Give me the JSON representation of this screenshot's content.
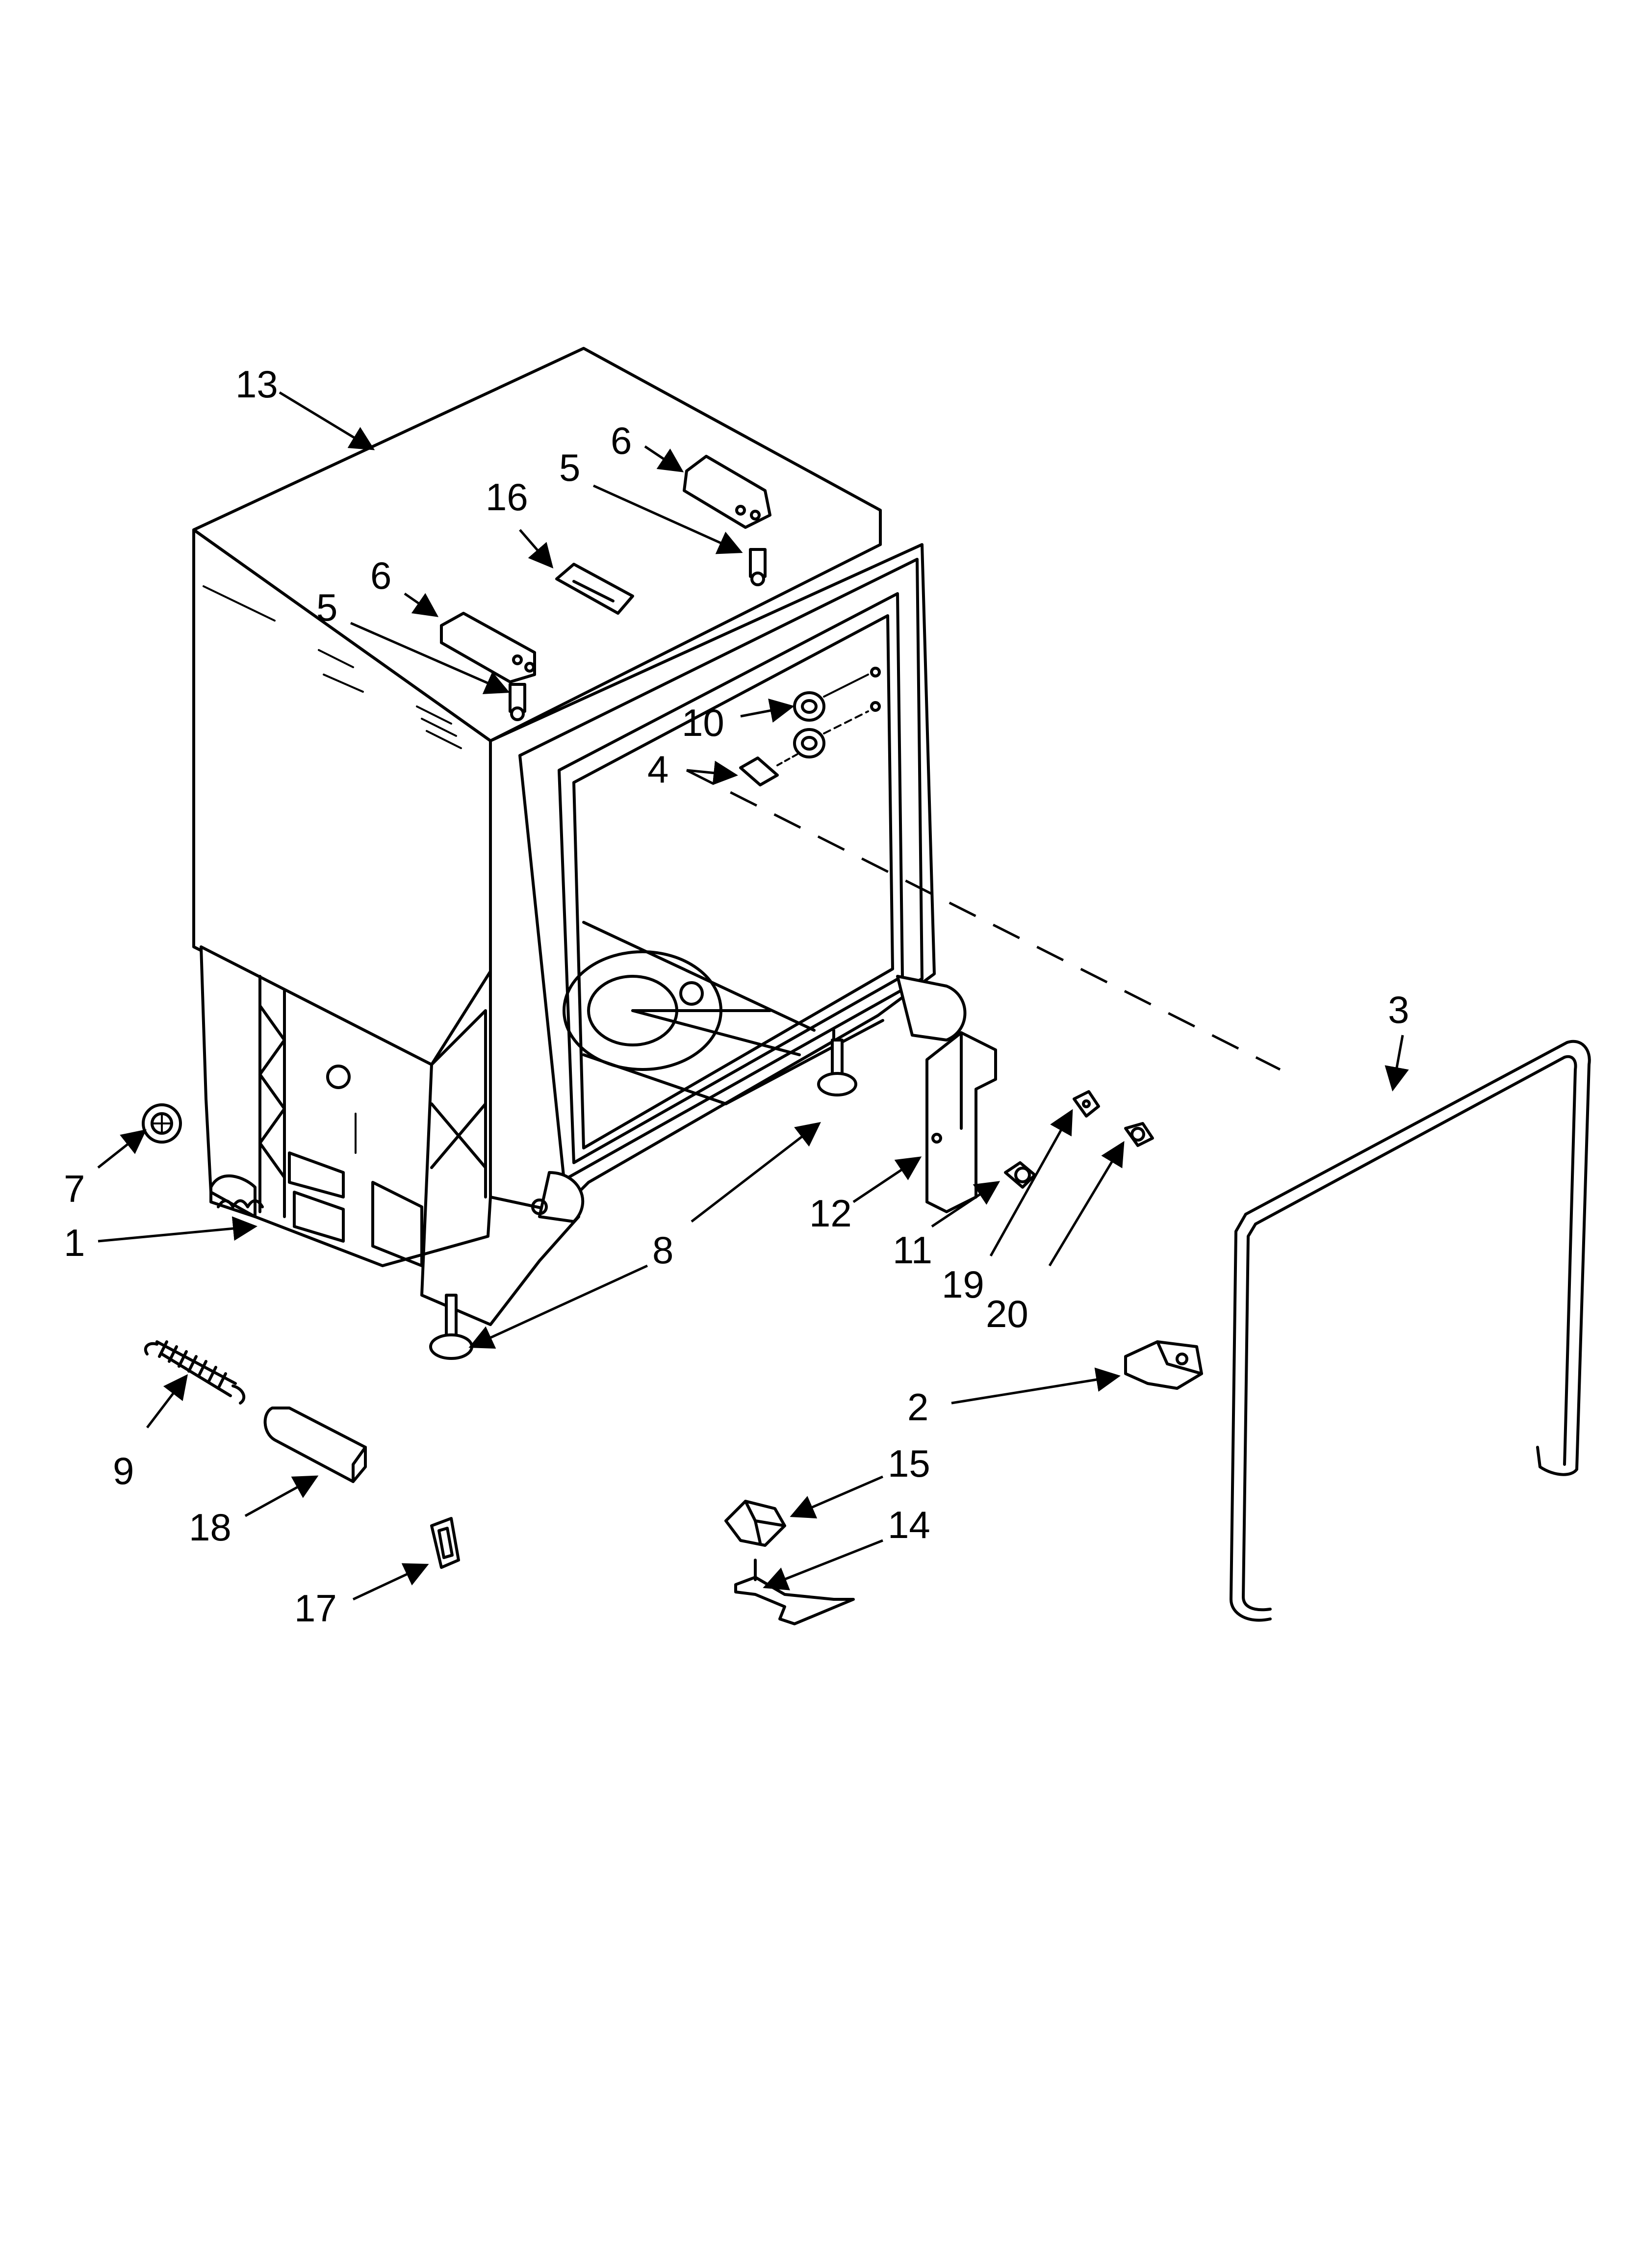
{
  "diagram": {
    "type": "exploded-parts-view",
    "callouts": [
      {
        "id": "13",
        "label": "13"
      },
      {
        "id": "6a",
        "label": "6"
      },
      {
        "id": "5a",
        "label": "5"
      },
      {
        "id": "16",
        "label": "16"
      },
      {
        "id": "6b",
        "label": "6"
      },
      {
        "id": "5b",
        "label": "5"
      },
      {
        "id": "10",
        "label": "10"
      },
      {
        "id": "4",
        "label": "4"
      },
      {
        "id": "3",
        "label": "3"
      },
      {
        "id": "7",
        "label": "7"
      },
      {
        "id": "1",
        "label": "1"
      },
      {
        "id": "8",
        "label": "8"
      },
      {
        "id": "12",
        "label": "12"
      },
      {
        "id": "11",
        "label": "11"
      },
      {
        "id": "19",
        "label": "19"
      },
      {
        "id": "20",
        "label": "20"
      },
      {
        "id": "2",
        "label": "2"
      },
      {
        "id": "9",
        "label": "9"
      },
      {
        "id": "18",
        "label": "18"
      },
      {
        "id": "15",
        "label": "15"
      },
      {
        "id": "14",
        "label": "14"
      },
      {
        "id": "17",
        "label": "17"
      }
    ]
  }
}
